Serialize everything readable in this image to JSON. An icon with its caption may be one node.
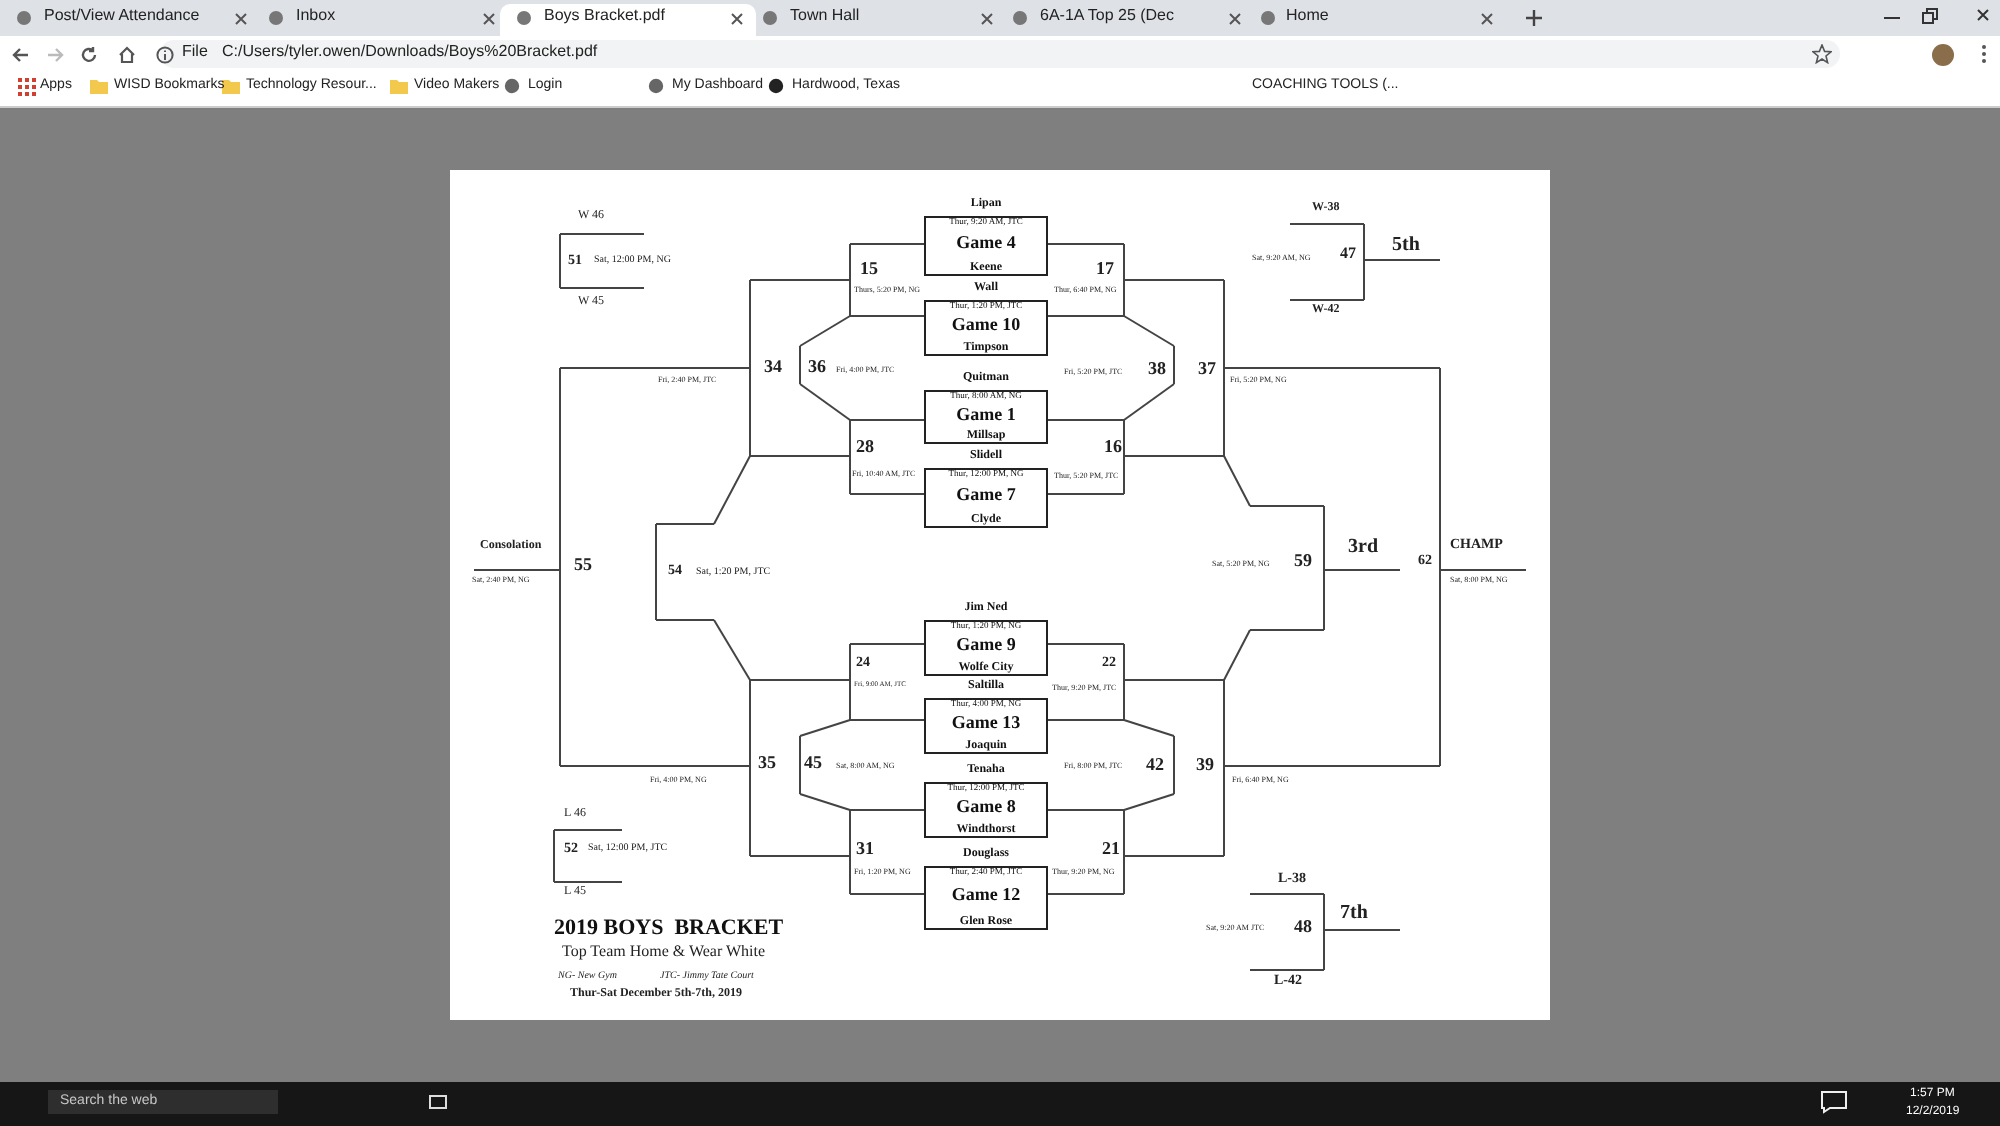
{
  "diagram": {
    "title": "2019 BOYS  BRACKET",
    "nodes": [
      {
        "text": [
          "Lipan",
          "Thur, 9:20 AM, JTC",
          "Game 4",
          "Keene"
        ]
      },
      {
        "text": [
          "Wall",
          "Thur, 1:20 PM, JTC",
          "Game 10",
          "Timpson"
        ]
      },
      {
        "text": [
          "Quitman",
          "Thur, 8:00 AM, NG",
          "Game 1",
          "Millsap"
        ]
      },
      {
        "text": [
          "Slidell",
          "Thur, 12:00 PM, NG",
          "Game 7",
          "Clyde"
        ]
      },
      {
        "text": [
          "Jim Ned",
          "Thur, 1:20 PM, NG",
          "Game 9",
          "Wolfe City"
        ]
      },
      {
        "text": [
          "Saltilla",
          "Thur, 4:00 PM, NG",
          "Game 13",
          "Joaquin"
        ]
      },
      {
        "text": [
          "Tenaha",
          "Thur, 12:00 PM, JTC",
          "Game 8",
          "Windthorst"
        ]
      },
      {
        "text": [
          "Douglass",
          "Thur, 2:40 PM, JTC",
          "Game 12",
          "Glen Rose"
        ]
      }
    ],
    "labels": [
      "Post/View Attendance",
      "Inbox",
      "Boys Bracket.pdf",
      "Town Hall",
      "6A-1A Top 25 (Dec",
      "Home",
      "File",
      "C:/Users/tyler.owen/Downloads/Boys%20Bracket.pdf",
      "Apps",
      "WISD Bookmarks",
      "Technology Resour...",
      "Video Makers",
      "Login",
      "My Dashboard",
      "Hardwood, Texas",
      "COACHING TOOLS (...",
      "W 46",
      "51",
      "Sat, 12:00 PM, NG",
      "W 45",
      "W-38",
      "Sat, 9:20 AM, NG",
      "47",
      "5th",
      "W-42",
      "15",
      "Thurs, 5:20 PM, NG",
      "17",
      "Thur, 6:40 PM, NG",
      "34",
      "Fri, 2:40 PM, JTC",
      "36",
      "Fri, 4:00 PM, JTC",
      "Fri, 5:20 PM, JTC",
      "38",
      "37",
      "Fri, 5:20 PM, NG",
      "28",
      "Fri, 10:40 AM, JTC",
      "16",
      "Thur, 5:20 PM, JTC",
      "Consolation",
      "55",
      "Sat, 2:40 PM, NG",
      "54",
      "Sat, 1:20 PM, JTC",
      "Sat, 5:20 PM, NG",
      "59",
      "3rd",
      "62",
      "CHAMP",
      "Sat, 8:00 PM, NG",
      "24",
      "Fri, 9:00 AM, JTC",
      "22",
      "Thur, 9:20 PM, JTC",
      "45",
      "Sat, 8:00 AM, NG",
      "35",
      "Fri, 4:00 PM, NG",
      "Fri, 8:00 PM, JTC",
      "42",
      "39",
      "Fri, 6:40 PM, NG",
      "L 46",
      "52",
      "Sat, 12:00 PM, JTC",
      "L 45",
      "31",
      "Fri, 1:20 PM, NG",
      "21",
      "Thur, 9:20 PM, NG",
      "L-38",
      "Sat, 9:20 AM JTC",
      "48",
      "7th",
      "L-42",
      "Top Team Home & Wear White",
      "NG- New Gym",
      "JTC- Jimmy Tate Court",
      "Thur-Sat December 5th-7th, 2019",
      "Search the web",
      "1:57 PM",
      "12/2/2019"
    ]
  }
}
